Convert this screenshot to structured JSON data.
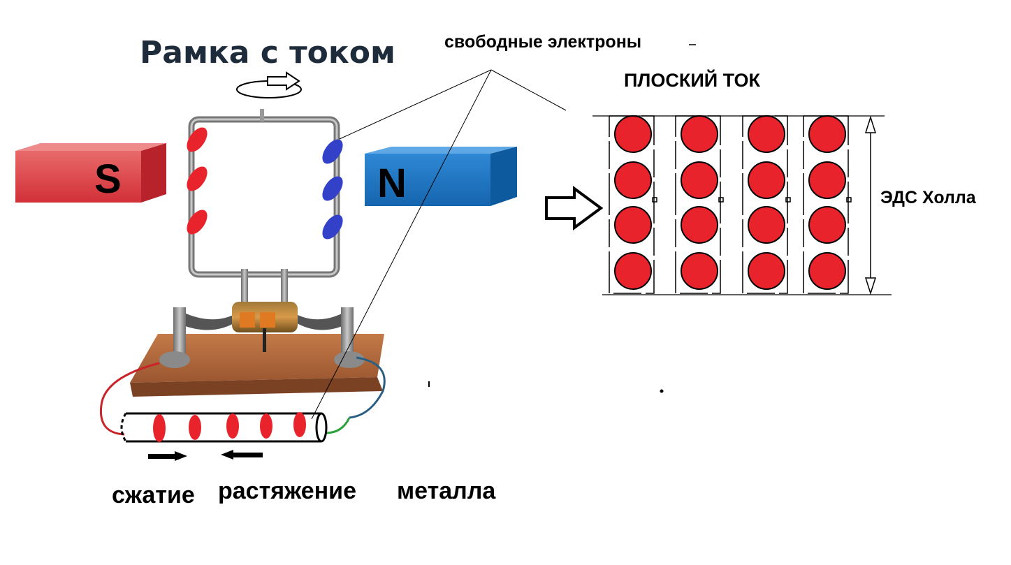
{
  "labels": {
    "title": "Рамка с током",
    "free_electrons": "свободные электроны",
    "flat_current": "ПЛОСКИЙ ТОК",
    "hall_emf": "ЭДС Холла",
    "compression": "сжатие",
    "stretching": "растяжение",
    "metal": "металла",
    "magnet_s": "S",
    "magnet_n": "N"
  },
  "colors": {
    "magnet_s": "#e0383e",
    "magnet_n": "#1a77c4",
    "electron": "#e8232b",
    "electron_blue": "#3340c8",
    "frame_metal": "#9a9a9a",
    "wood": "#b0683a",
    "title": "#1e2b3a"
  }
}
